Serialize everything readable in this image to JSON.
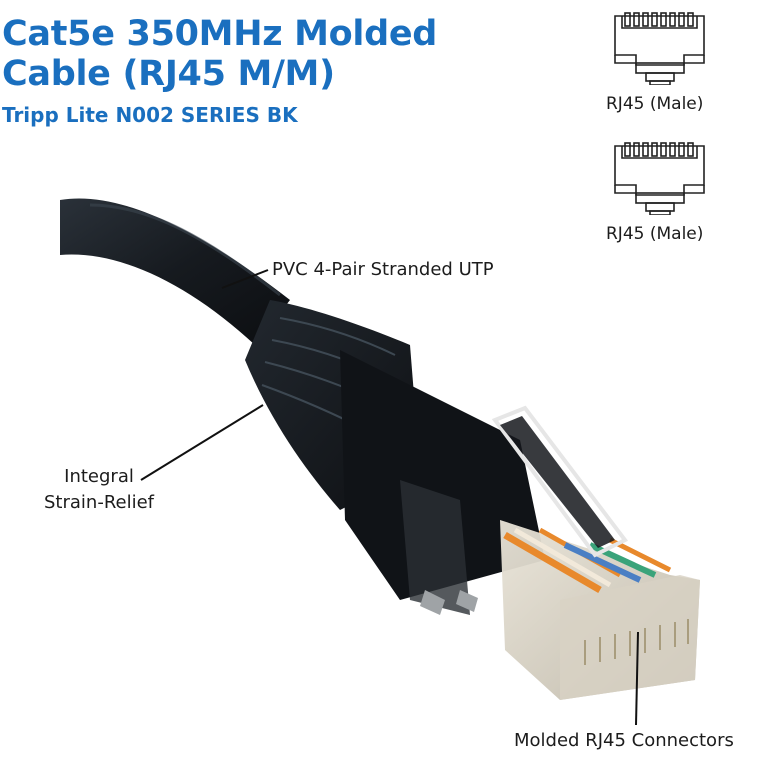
{
  "title": {
    "line1": "Cat5e 350MHz Molded",
    "line2": "Cable (RJ45 M/M)",
    "subtitle": "Tripp Lite N002 SERIES BK",
    "color": "#1a6fbf"
  },
  "connector_icons": [
    {
      "icon": "rj45-male-connector-icon",
      "caption": "RJ45 (Male)"
    },
    {
      "icon": "rj45-male-connector-icon",
      "caption": "RJ45 (Male)"
    }
  ],
  "callouts": {
    "cable": "PVC 4-Pair Stranded UTP",
    "strain_relief_line1": "Integral",
    "strain_relief_line2": "Strain-Relief",
    "connectors": "Molded RJ45 Connectors"
  },
  "product": {
    "cable_color": "#15181d",
    "wire_colors": [
      "#e8892c",
      "#f2f2f2",
      "#4a7fc4",
      "#3aa37a",
      "#e8892c"
    ]
  }
}
